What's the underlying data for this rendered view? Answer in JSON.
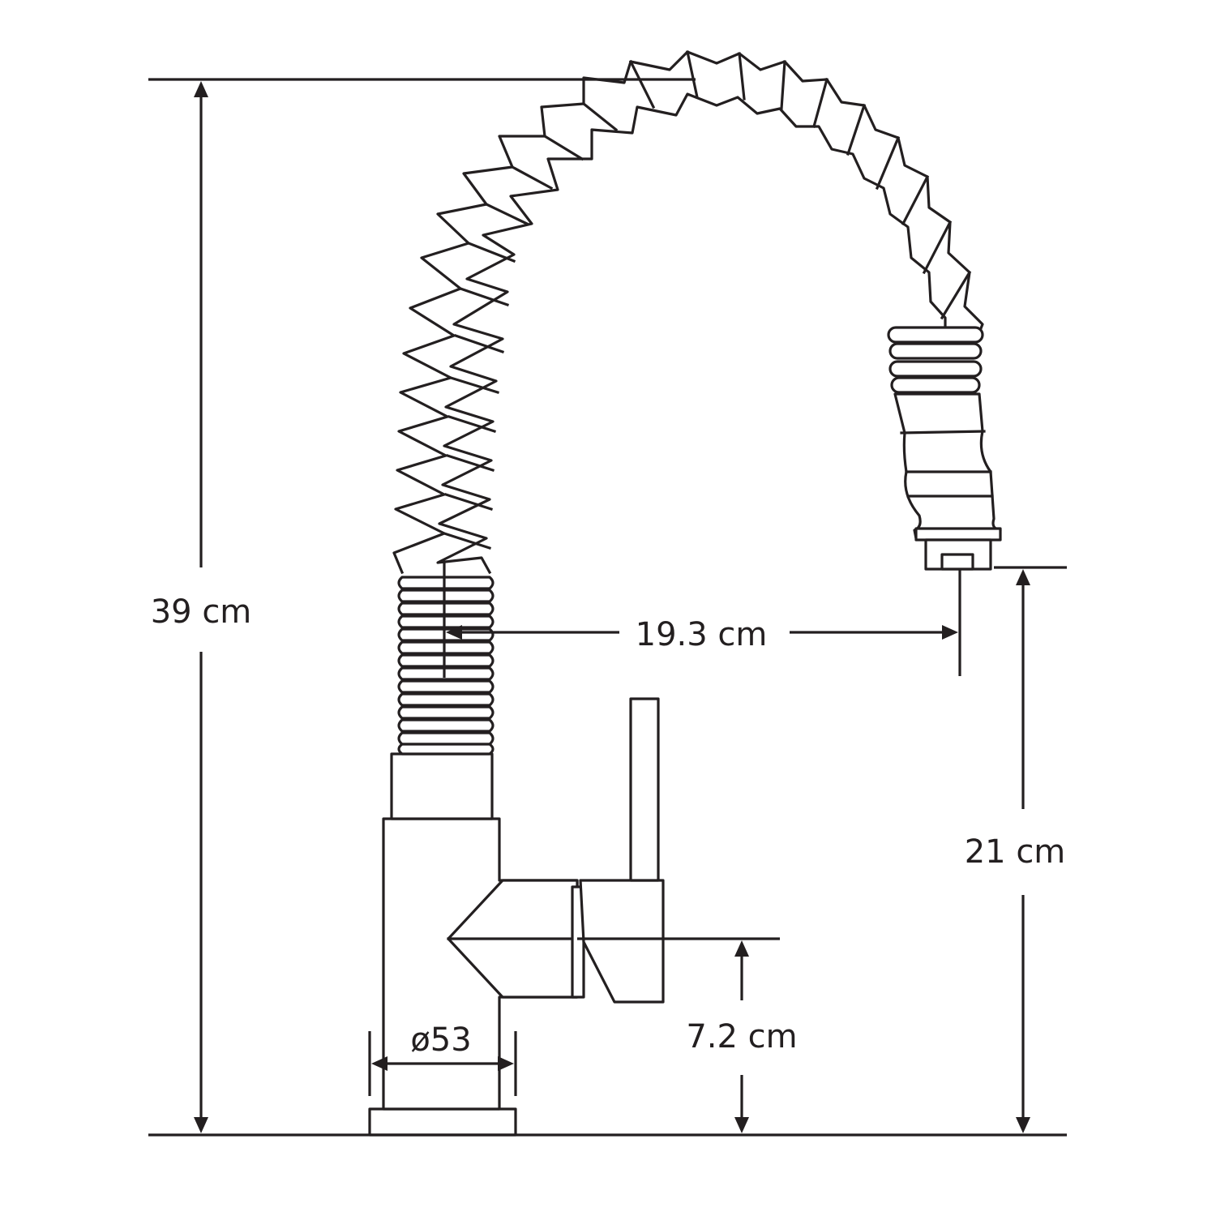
{
  "diagram": {
    "subject": "pull-down kitchen faucet with spring spout",
    "dimensions": {
      "total_height": "39 cm",
      "spout_reach": "19.3 cm",
      "spout_outlet_height": "21 cm",
      "handle_height": "7.2 cm",
      "base_diameter": "ø53"
    },
    "colors": {
      "line": "#231f20",
      "background": "#ffffff"
    }
  }
}
